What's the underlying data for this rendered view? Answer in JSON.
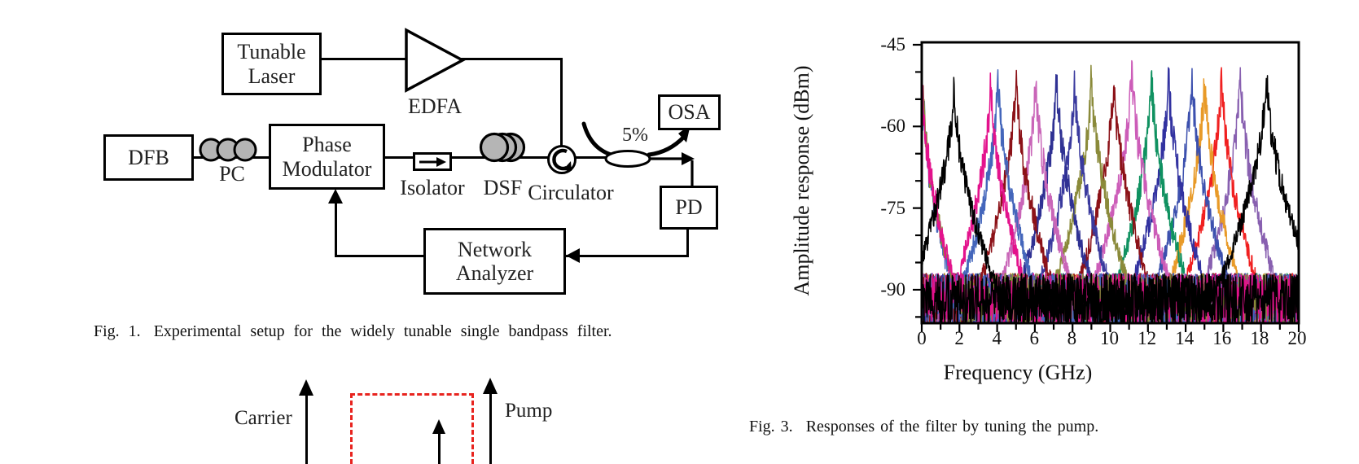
{
  "figure1": {
    "caption_figno": "Fig. 1.",
    "caption_text": "Experimental setup for the widely tunable single bandpass filter.",
    "blocks": {
      "tunable_laser": "Tunable Laser",
      "edfa": "EDFA",
      "dfb": "DFB",
      "pc": "PC",
      "phase_modulator": "Phase Modulator",
      "isolator": "Isolator",
      "dsf": "DSF",
      "circulator": "Circulator",
      "tap_ratio": "5%",
      "osa": "OSA",
      "pd": "PD",
      "network_analyzer": "Network Analyzer"
    }
  },
  "figure2": {
    "carrier_label": "Carrier",
    "pump_label": "Pump"
  },
  "figure3": {
    "caption_figno": "Fig. 3.",
    "caption_text": "Responses of the filter by tuning the pump."
  },
  "chart_data": {
    "type": "line",
    "title": "",
    "xlabel": "Frequency (GHz)",
    "ylabel": "Amplitude response (dBm)",
    "xlim": [
      0,
      20
    ],
    "ylim": [
      -96,
      -45
    ],
    "x_major_ticks": [
      0,
      2,
      4,
      6,
      8,
      10,
      12,
      14,
      16,
      18,
      20
    ],
    "x_minor_step": 1,
    "y_major_ticks": [
      -45,
      -60,
      -75,
      -90
    ],
    "y_minor_step": 5,
    "grid": false,
    "legend": false,
    "noise_floor_dbm": -91.5,
    "description": "Overlaid amplitude responses of the single bandpass filter, one narrow peak per pump setting, tuned across 0-20 GHz",
    "series": [
      {
        "name": "response at 0.05 GHz",
        "center_ghz": 0.05,
        "peak_dbm": -51.5,
        "color": "#E3128C"
      },
      {
        "name": "response at 0.07 GHz",
        "center_ghz": 0.07,
        "peak_dbm": -52.5,
        "color": "#8A8A3A"
      },
      {
        "name": "response at 0.1 GHz",
        "center_ghz": 0.1,
        "peak_dbm": -54.0,
        "color": "#4466BB"
      },
      {
        "name": "response at 1.7 GHz",
        "center_ghz": 1.7,
        "peak_dbm": -51.0,
        "color": "#000000",
        "width": 1.25
      },
      {
        "name": "response at 3.65 GHz",
        "center_ghz": 3.65,
        "peak_dbm": -50.2,
        "color": "#E3128C"
      },
      {
        "name": "response at 4.05 GHz",
        "center_ghz": 4.05,
        "peak_dbm": -49.6,
        "color": "#4466BB"
      },
      {
        "name": "response at 5.0 GHz",
        "center_ghz": 5.0,
        "peak_dbm": -49.4,
        "color": "#8C1218"
      },
      {
        "name": "response at 6.05 GHz",
        "center_ghz": 6.05,
        "peak_dbm": -49.8,
        "color": "#C966B8"
      },
      {
        "name": "response at 7.15 GHz",
        "center_ghz": 7.15,
        "peak_dbm": -49.4,
        "color": "#2F3193"
      },
      {
        "name": "response at 8.1 GHz",
        "center_ghz": 8.1,
        "peak_dbm": -49.8,
        "color": "#3A3A9E"
      },
      {
        "name": "response at 9.0 GHz",
        "center_ghz": 9.0,
        "peak_dbm": -48.8,
        "color": "#8A8A3A"
      },
      {
        "name": "response at 10.2 GHz",
        "center_ghz": 10.2,
        "peak_dbm": -49.4,
        "color": "#8C1218"
      },
      {
        "name": "response at 11.15 GHz",
        "center_ghz": 11.15,
        "peak_dbm": -47.6,
        "color": "#CC5CB8"
      },
      {
        "name": "response at 12.2 GHz",
        "center_ghz": 12.2,
        "peak_dbm": -49.6,
        "color": "#0F9160"
      },
      {
        "name": "response at 13.1 GHz",
        "center_ghz": 13.1,
        "peak_dbm": -49.2,
        "color": "#3232A0"
      },
      {
        "name": "response at 14.35 GHz",
        "center_ghz": 14.35,
        "peak_dbm": -49.2,
        "color": "#3C50AE"
      },
      {
        "name": "response at 15.0 GHz",
        "center_ghz": 15.0,
        "peak_dbm": -49.6,
        "color": "#E89A28"
      },
      {
        "name": "response at 15.9 GHz",
        "center_ghz": 15.9,
        "peak_dbm": -49.2,
        "color": "#F02020"
      },
      {
        "name": "response at 16.9 GHz",
        "center_ghz": 16.9,
        "peak_dbm": -49.2,
        "color": "#8860B0"
      },
      {
        "name": "response at 18.3 GHz",
        "center_ghz": 18.3,
        "peak_dbm": -49.6,
        "color": "#000000",
        "width": 1.35
      }
    ]
  }
}
